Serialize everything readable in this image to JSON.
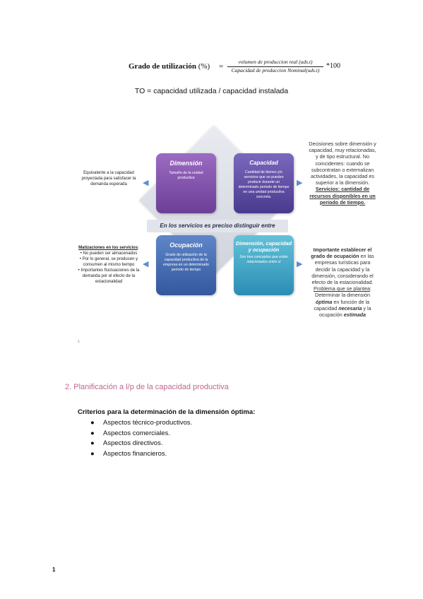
{
  "formula": {
    "lhs_bold": "Grado de utilización",
    "lhs_rest": " (%)",
    "equals": "=",
    "numerator": "volumen de produccion real  (uds.t)",
    "denominator": "Capacidad de produccion Nominal(uds.t)",
    "multiplier": "*100"
  },
  "to_line": "TO = capacidad utilizada / capacidad instalada",
  "diagram": {
    "band_text": "En los servicios es preciso distinguir entre",
    "boxes": [
      {
        "title": "Dimensión",
        "desc": "Tamaño de la unidad productiva"
      },
      {
        "title": "Capacidad",
        "desc": "Cantidad de bienes y/o servicios que se pueden producir durante un determinado periodo de tiempo en una unidad productiva concreta."
      },
      {
        "title": "Ocupación",
        "desc": "Grado de utilización de la capacidad productiva de la empresa en un determinado periodo de tiempo"
      },
      {
        "title": "Dimensión, capacidad y ocupación",
        "desc": "Son tres conceptos que están relacionados entre sí"
      }
    ],
    "left_top": "Equivalente a la capacidad proyectada para satisfacer la demanda esperada",
    "left_bottom": {
      "heading": "Matizaciones en los servicios",
      "colon": ":",
      "items": [
        "• No pueden ser almacenados",
        "• Por lo general, se producen y consumen al mismo tiempo",
        "• Importantes fluctuaciones de la demanda por el efecto de la estacionalidad"
      ]
    },
    "right_top": {
      "text": "Decisiones sobre dimensión y capacidad, muy relacionadas, y de tipo estructural. No coincidentes: cuando se subcontratan o externalizan actividades, la capacidad es superior a la dimensión.",
      "bold_underline": "Servicios: cantidad de recursos disponibles en un periodo de tiempo."
    },
    "right_bottom": {
      "bold1": "Importante establecer el grado de ocupación",
      "text1": " en las empresas turísticas para decidir la capacidad y la dimensión, considerando el efecto de la estacionalidad.",
      "underline": "Problema que se plantea",
      "colon": ":",
      "text2a": " Determinar la dimensión ",
      "bi1": "óptima",
      "text2b": " en función de la capacidad ",
      "bi2": "necesaria",
      "text2c": " y la ocupación ",
      "bi3": "estimada"
    },
    "footnote": "1"
  },
  "section2": {
    "title": "2.  Planificación a l/p de la capacidad productiva",
    "criteria": "Criterios para la determinación de la dimensión óptima:",
    "bullets": [
      "Aspectos técnico-productivos.",
      "Aspectos comerciales.",
      "Aspectos directivos.",
      "Aspectos financieros."
    ],
    "bullet_symbol": "●"
  },
  "page_number": "1",
  "colors": {
    "accent_title": "#c0658e",
    "dimension": "#7d4fae",
    "capacidad": "#5a48a0",
    "ocupacion": "#4169b0",
    "dco": "#3ea3c8",
    "arrow": "#5b8ed0"
  }
}
